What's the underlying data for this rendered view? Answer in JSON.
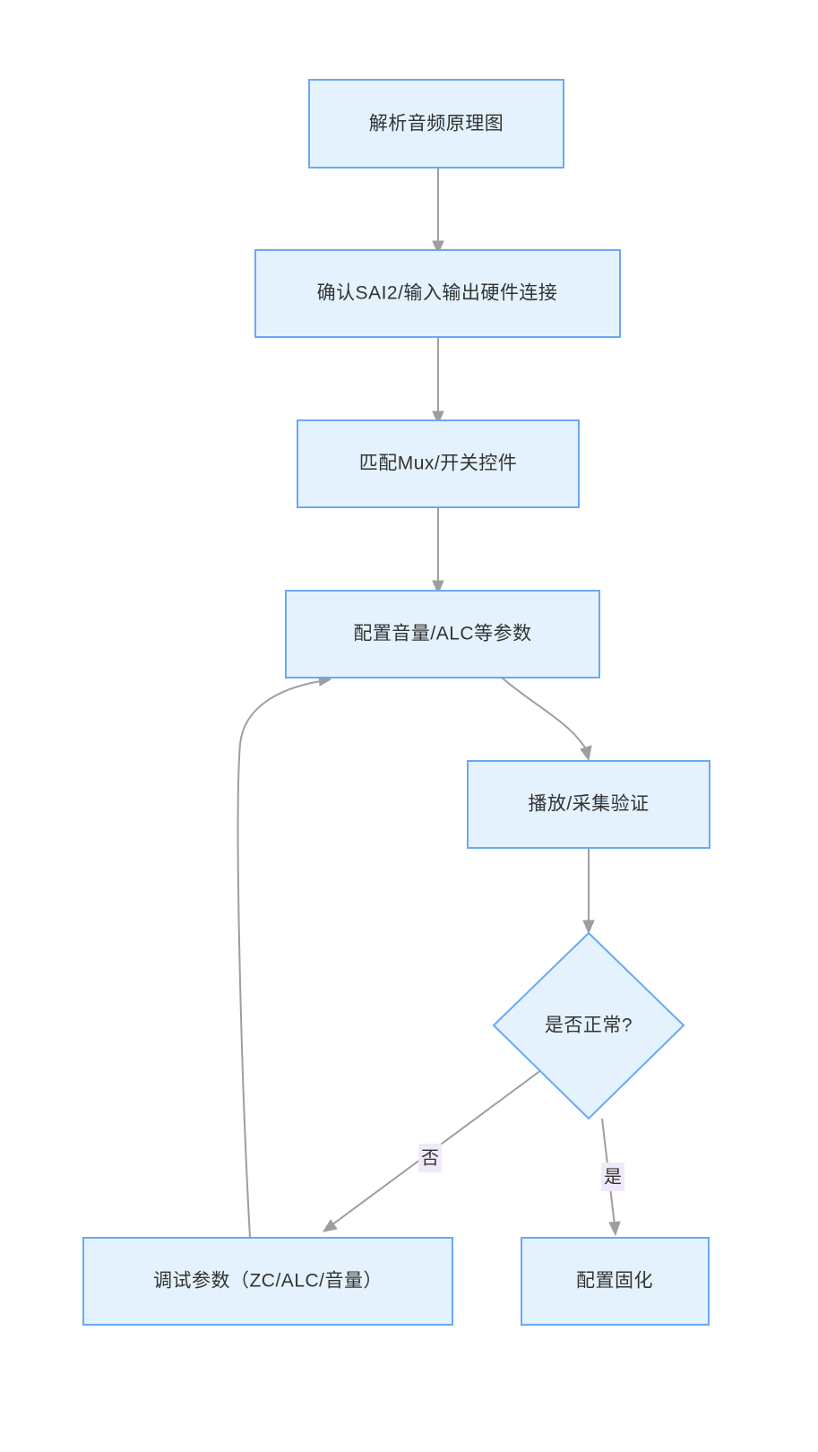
{
  "diagram": {
    "type": "flowchart",
    "direction": "top-to-bottom",
    "background_color": "#ffffff",
    "node_fill_color": "#e3f2fd",
    "node_border_color": "#6ba8f5",
    "edge_color": "#9e9e9e",
    "edge_label_bg_color": "#f0e9fa",
    "text_color": "#333333",
    "nodes": [
      {
        "id": "n1",
        "label": "解析音频原理图",
        "shape": "rect"
      },
      {
        "id": "n2",
        "label": "确认SAI2/输入输出硬件连接",
        "shape": "rect"
      },
      {
        "id": "n3",
        "label": "匹配Mux/开关控件",
        "shape": "rect"
      },
      {
        "id": "n4",
        "label": "配置音量/ALC等参数",
        "shape": "rect"
      },
      {
        "id": "n5",
        "label": "播放/采集验证",
        "shape": "rect"
      },
      {
        "id": "n6",
        "label": "是否正常?",
        "shape": "diamond"
      },
      {
        "id": "n7",
        "label": "调试参数（ZC/ALC/音量）",
        "shape": "rect"
      },
      {
        "id": "n8",
        "label": "配置固化",
        "shape": "rect"
      }
    ],
    "edges": [
      {
        "from": "n1",
        "to": "n2",
        "label": ""
      },
      {
        "from": "n2",
        "to": "n3",
        "label": ""
      },
      {
        "from": "n3",
        "to": "n4",
        "label": ""
      },
      {
        "from": "n4",
        "to": "n5",
        "label": ""
      },
      {
        "from": "n5",
        "to": "n6",
        "label": ""
      },
      {
        "from": "n6",
        "to": "n7",
        "label": "否"
      },
      {
        "from": "n6",
        "to": "n8",
        "label": "是"
      },
      {
        "from": "n7",
        "to": "n4",
        "label": ""
      }
    ]
  }
}
